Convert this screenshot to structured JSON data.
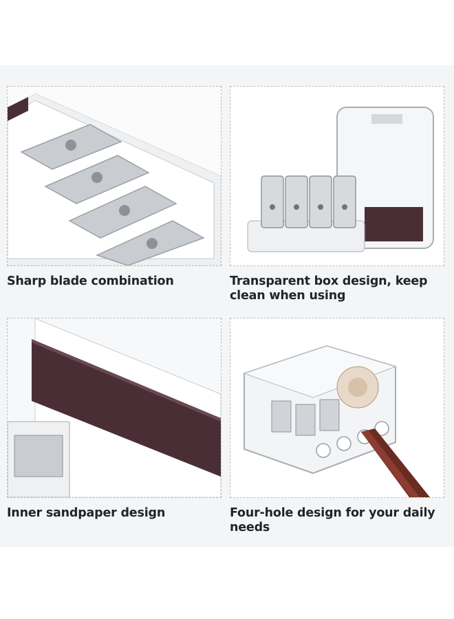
{
  "panels": [
    {
      "caption": "Sharp blade combination"
    },
    {
      "caption": "Transparent box design, keep clean when using"
    },
    {
      "caption": "Inner sandpaper design"
    },
    {
      "caption": "Four-hole design for your daily needs"
    }
  ],
  "colors": {
    "caption_text": "#222427",
    "sandpaper": "#4a2e36",
    "pencil": "#6b2b20",
    "blade": "#c9ccd0"
  }
}
